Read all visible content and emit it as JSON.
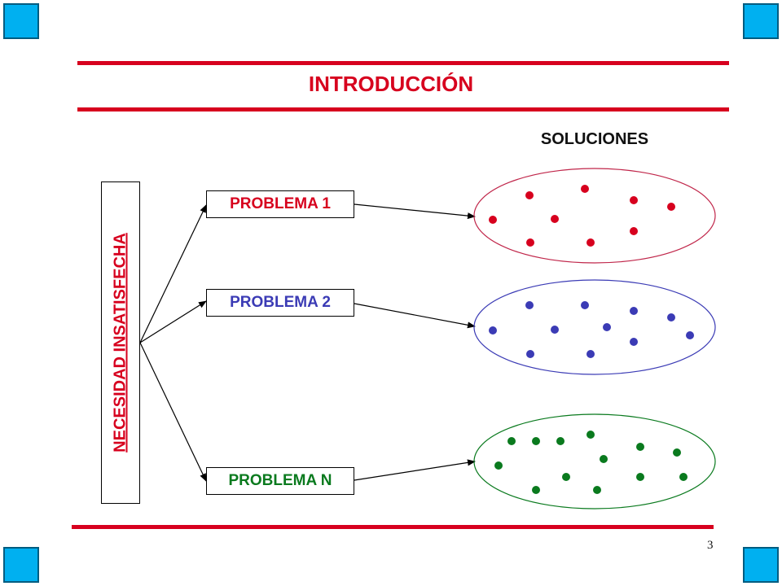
{
  "title": "INTRODUCCIÓN",
  "solutions_label": "SOLUCIONES",
  "need_label": "NECESIDAD INSATISFECHA",
  "problems": [
    {
      "label": "PROBLEMA 1",
      "color": "#d7001e"
    },
    {
      "label": "PROBLEMA 2",
      "color": "#3b3bb5"
    },
    {
      "label": "PROBLEMA N",
      "color": "#0a7a1e"
    }
  ],
  "page_number": "3",
  "colors": {
    "accent_red": "#d7001e",
    "corner_blue": "#00b0f0",
    "red_group": "#d7001e",
    "blue_group": "#3b3bb5",
    "green_group": "#0a7a1e"
  }
}
